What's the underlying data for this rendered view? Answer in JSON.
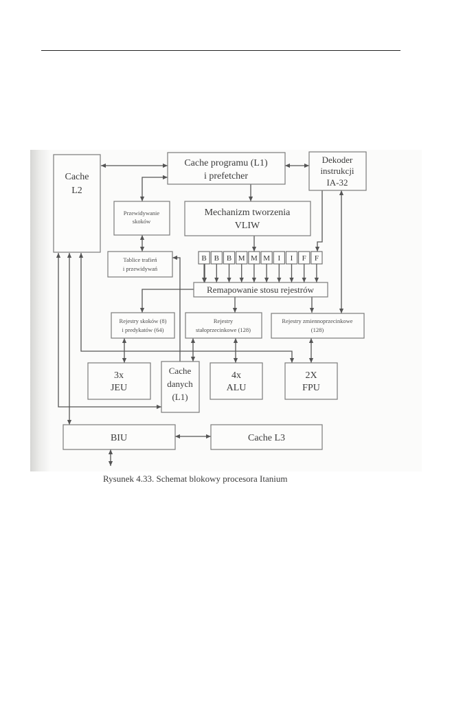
{
  "figure": {
    "blocks": {
      "cache_l2": [
        "Cache",
        "L2"
      ],
      "program_cache": [
        "Cache programu (L1)",
        "i prefetcher"
      ],
      "ia32_decoder": [
        "Dekoder",
        "instrukcji",
        "IA-32"
      ],
      "branch_prediction": [
        "Przewidywanie",
        "skoków"
      ],
      "vliw": [
        "Mechanizm tworzenia",
        "VLIW"
      ],
      "hit_tables": [
        "Tablice trafień",
        "i przewidywań"
      ],
      "remap": "Remapowanie stosu rejestrów",
      "branch_registers": [
        "Rejestry skoków (8)",
        "i predykatów (64)"
      ],
      "int_registers": [
        "Rejestry",
        "stałoprzecinkowe (128)"
      ],
      "fp_registers": [
        "Rejestry zmiennoprzecinkowe",
        "(128)"
      ],
      "jeu": [
        "3x",
        "JEU"
      ],
      "data_cache": [
        "Cache",
        "danych",
        "(L1)"
      ],
      "alu": [
        "4x",
        "ALU"
      ],
      "fpu": [
        "2X",
        "FPU"
      ],
      "biu": "BIU",
      "cache_l3": "Cache L3"
    },
    "execution_ports": [
      "B",
      "B",
      "B",
      "M",
      "M",
      "M",
      "I",
      "I",
      "F",
      "F"
    ],
    "caption": "Rysunek 4.33. Schemat blokowy procesora Itanium"
  }
}
